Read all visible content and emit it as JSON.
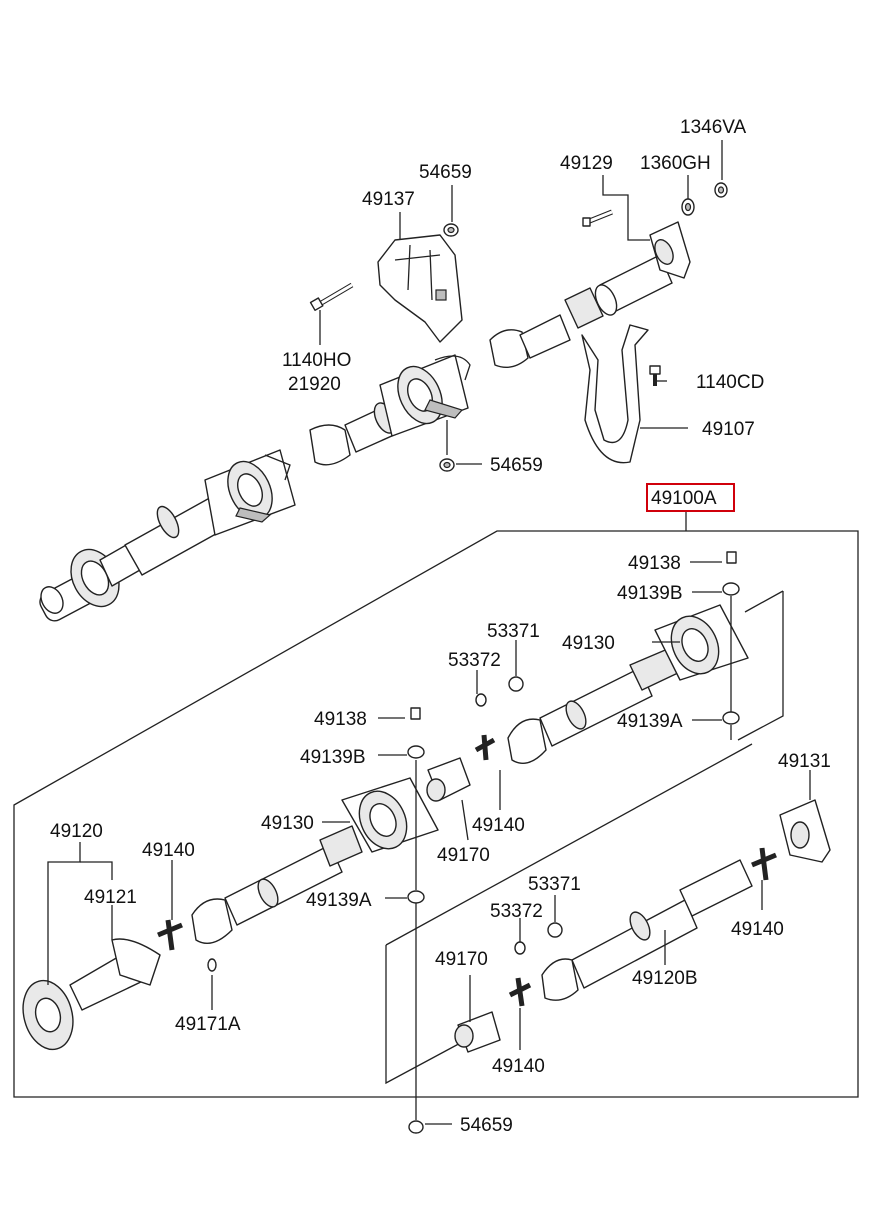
{
  "highlight_color": "#d0000b",
  "callouts": {
    "c1346VA": "1346VA",
    "c1360GH": "1360GH",
    "c49129": "49129",
    "c54659_top": "54659",
    "c49137": "49137",
    "c1140HO": "1140HO",
    "c21920": "21920",
    "c1140CD": "1140CD",
    "c49107": "49107",
    "c54659_mid": "54659",
    "c49100A": "49100A",
    "c49138_r": "49138",
    "c49139B_r": "49139B",
    "c49130_r": "49130",
    "c53371_a": "53371",
    "c53372_a": "53372",
    "c49139A_r": "49139A",
    "c49138_l": "49138",
    "c49139B_l": "49139B",
    "c49130_l": "49130",
    "c49140_a": "49140",
    "c49170_a": "49170",
    "c49131": "49131",
    "c49120": "49120",
    "c49140_b": "49140",
    "c49121": "49121",
    "c49139A_l": "49139A",
    "c53371_b": "53371",
    "c53372_b": "53372",
    "c49140_c": "49140",
    "c49170_b": "49170",
    "c49120B": "49120B",
    "c49171A": "49171A",
    "c49140_d": "49140",
    "c54659_bot": "54659"
  }
}
